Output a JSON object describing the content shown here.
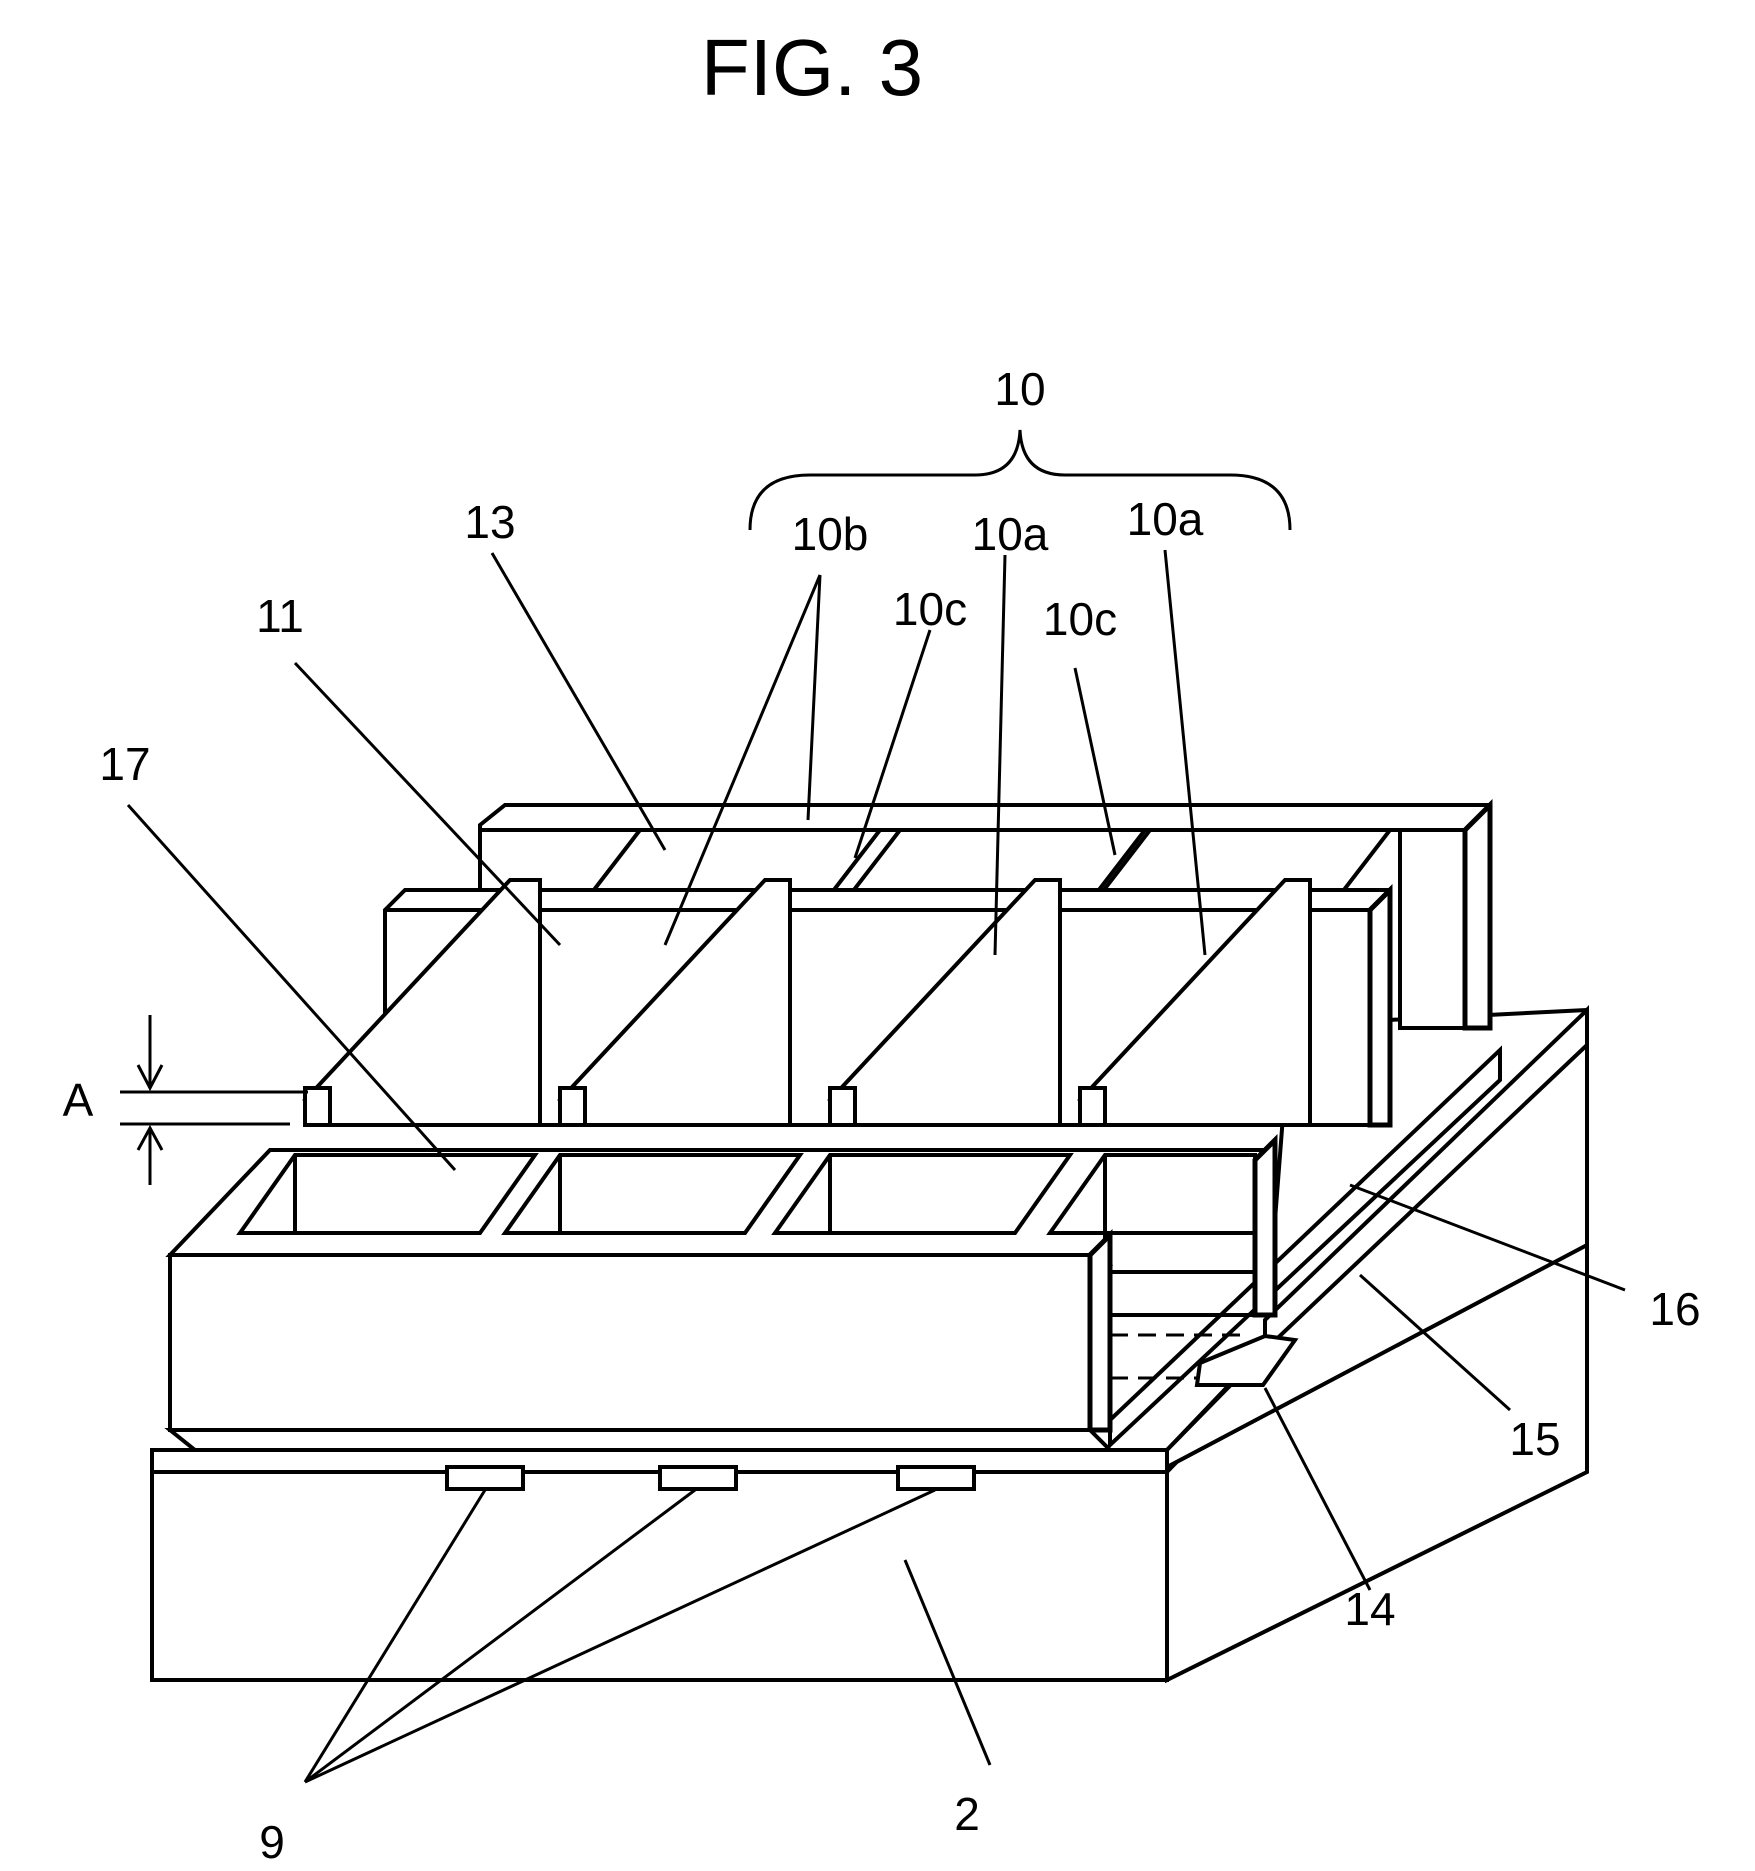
{
  "figure": {
    "title": "FIG. 3"
  },
  "labels": {
    "l10": "10",
    "l10b": "10b",
    "l10a_1": "10a",
    "l10a_2": "10a",
    "l10c_1": "10c",
    "l10c_2": "10c",
    "l13": "13",
    "l11": "11",
    "l17": "17",
    "lA": "A",
    "l16": "16",
    "l15": "15",
    "l14": "14",
    "l9": "9",
    "l2": "2"
  }
}
